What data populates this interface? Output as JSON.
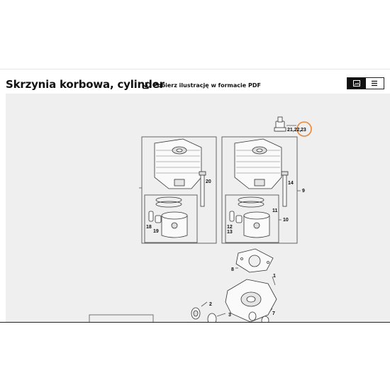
{
  "header": {
    "title": "Skrzynia korbowa, cylinder",
    "pdf_label": "Pobierz ilustrację w formacie PDF",
    "view_toggle": {
      "options": [
        "image-view-icon",
        "list-view-icon"
      ],
      "active": "image-view-icon"
    }
  },
  "diagram": {
    "highlight_color": "#e8873a",
    "callouts": {
      "c20": "20",
      "c18": "18",
      "c19": "19",
      "c14": "14",
      "c9": "9",
      "c11": "11",
      "c12": "12",
      "c13": "13",
      "c10": "10",
      "c21": "21,22,",
      "c23": "23",
      "c8": "8",
      "c1": "1",
      "c2": "2",
      "c3": "3",
      "c7": "7"
    }
  }
}
